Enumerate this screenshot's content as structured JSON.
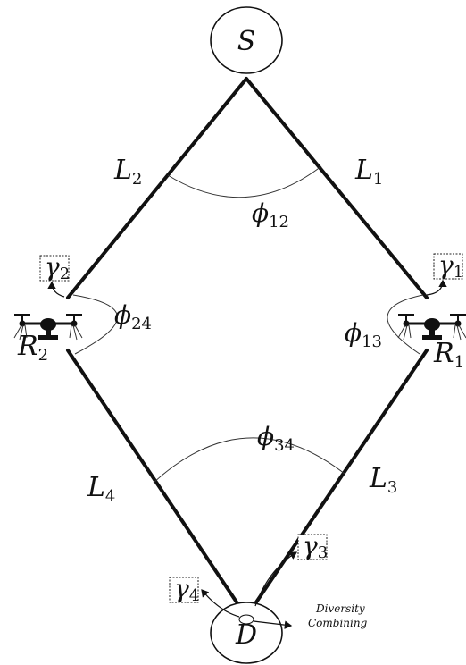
{
  "nodes": {
    "source": "S",
    "destination": "D",
    "relay_left": {
      "main": "R",
      "sub": "2"
    },
    "relay_right": {
      "main": "R",
      "sub": "1"
    }
  },
  "links": {
    "l1": {
      "main": "L",
      "sub": "1"
    },
    "l2": {
      "main": "L",
      "sub": "2"
    },
    "l3": {
      "main": "L",
      "sub": "3"
    },
    "l4": {
      "main": "L",
      "sub": "4"
    }
  },
  "angles": {
    "phi12": {
      "main": "ϕ",
      "sub": "12"
    },
    "phi24": {
      "main": "ϕ",
      "sub": "24"
    },
    "phi13": {
      "main": "ϕ",
      "sub": "13"
    },
    "phi34": {
      "main": "ϕ",
      "sub": "34"
    }
  },
  "gammas": {
    "g1": {
      "main": "γ",
      "sub": "1"
    },
    "g2": {
      "main": "γ",
      "sub": "2"
    },
    "g3": {
      "main": "γ",
      "sub": "3"
    },
    "g4": {
      "main": "γ",
      "sub": "4"
    }
  },
  "combining": {
    "line1": "Diversity",
    "line2": "Combining"
  },
  "icons": {
    "drone": "quadcopter-drone-icon"
  },
  "colors": {
    "stroke": "#111111",
    "background": "#ffffff"
  }
}
